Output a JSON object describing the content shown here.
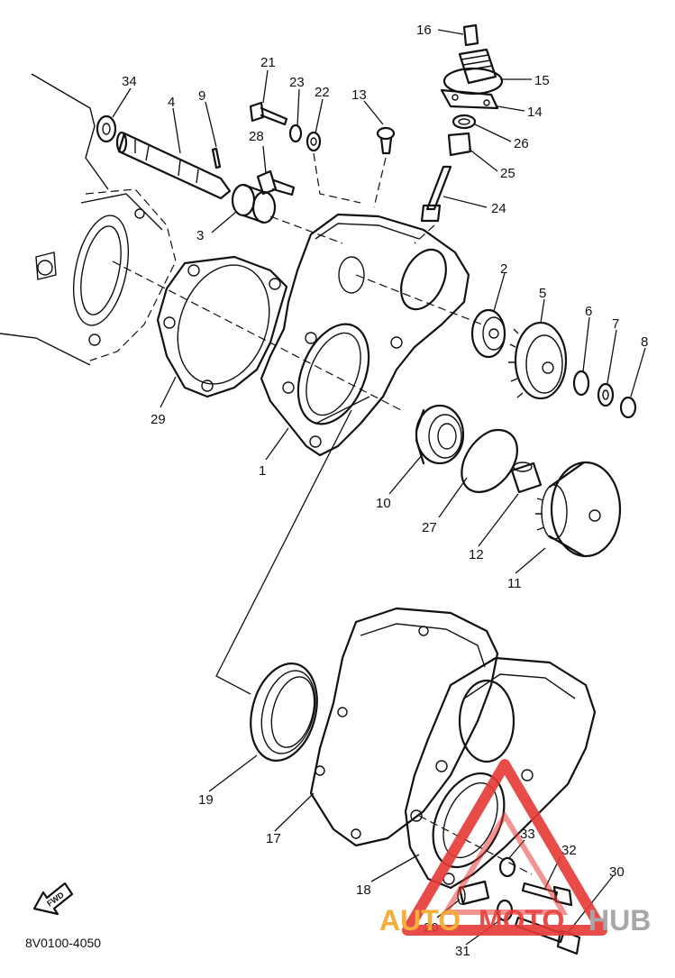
{
  "diagram": {
    "labels": [
      {
        "id": "34",
        "text": "34"
      },
      {
        "id": "4",
        "text": "4"
      },
      {
        "id": "9",
        "text": "9"
      },
      {
        "id": "21",
        "text": "21"
      },
      {
        "id": "23",
        "text": "23"
      },
      {
        "id": "22",
        "text": "22"
      },
      {
        "id": "13",
        "text": "13"
      },
      {
        "id": "16",
        "text": "16"
      },
      {
        "id": "15",
        "text": "15"
      },
      {
        "id": "14",
        "text": "14"
      },
      {
        "id": "26",
        "text": "26"
      },
      {
        "id": "25",
        "text": "25"
      },
      {
        "id": "24",
        "text": "24"
      },
      {
        "id": "28",
        "text": "28"
      },
      {
        "id": "3",
        "text": "3"
      },
      {
        "id": "2",
        "text": "2"
      },
      {
        "id": "5",
        "text": "5"
      },
      {
        "id": "6",
        "text": "6"
      },
      {
        "id": "7",
        "text": "7"
      },
      {
        "id": "8",
        "text": "8"
      },
      {
        "id": "29",
        "text": "29"
      },
      {
        "id": "1",
        "text": "1"
      },
      {
        "id": "10",
        "text": "10"
      },
      {
        "id": "27",
        "text": "27"
      },
      {
        "id": "12",
        "text": "12"
      },
      {
        "id": "11",
        "text": "11"
      },
      {
        "id": "19",
        "text": "19"
      },
      {
        "id": "17",
        "text": "17"
      },
      {
        "id": "18",
        "text": "18"
      },
      {
        "id": "33",
        "text": "33"
      },
      {
        "id": "32",
        "text": "32"
      },
      {
        "id": "30",
        "text": "30"
      },
      {
        "id": "20",
        "text": "20"
      },
      {
        "id": "31",
        "text": "31"
      }
    ],
    "fwd_label": "FWD",
    "diagram_code": "8V0100-4050"
  },
  "watermark": {
    "text_auto": "AUTO",
    "text_moto": "MOTO",
    "text_hub": "HUB",
    "color_orange": "#f5a623",
    "color_red": "#e53935",
    "color_gray": "#9e9e9e"
  }
}
